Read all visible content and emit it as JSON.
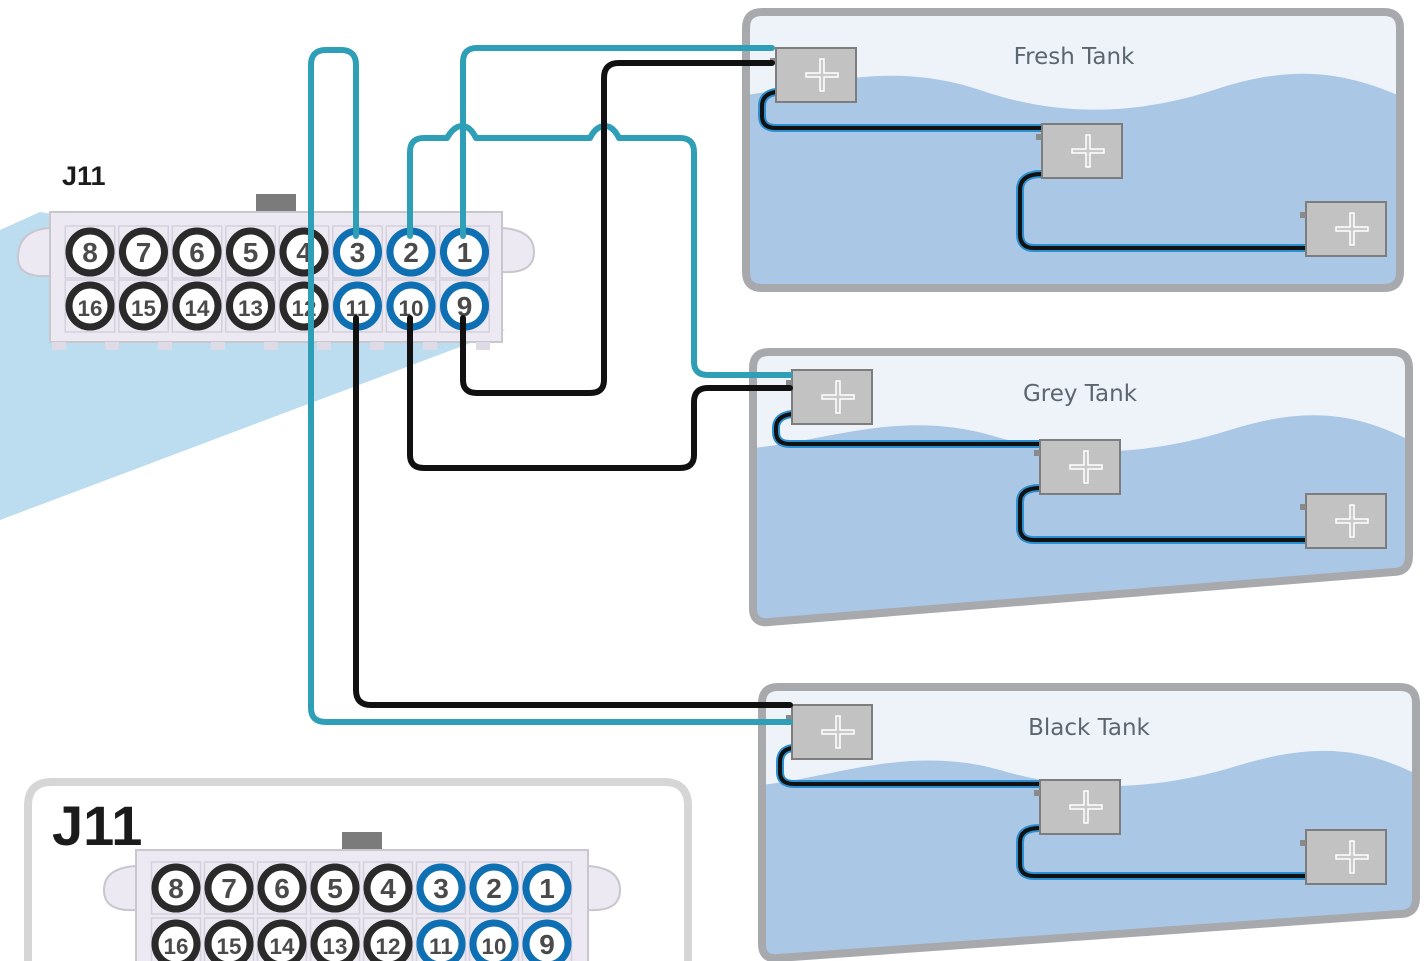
{
  "connector": {
    "label": "J11",
    "top_row": [
      "8",
      "7",
      "6",
      "5",
      "4",
      "3",
      "2",
      "1"
    ],
    "bottom_row": [
      "16",
      "15",
      "14",
      "13",
      "12",
      "11",
      "10",
      "9"
    ],
    "highlighted_pins": [
      "3",
      "2",
      "1",
      "11",
      "10",
      "9"
    ]
  },
  "inset": {
    "label": "J11"
  },
  "tanks": [
    {
      "label": "Fresh Tank"
    },
    {
      "label": "Grey Tank"
    },
    {
      "label": "Black Tank"
    }
  ],
  "colors": {
    "signal_wire": "#2f9fb8",
    "ground_wire": "#111111",
    "highlight_pin": "#0f6fb3",
    "normal_pin": "#2a2a2a",
    "tank_water": "#aac7e6",
    "tank_frame": "#a7a9ac",
    "sensor": "#c2c2c2",
    "beam": "#bcdcf0"
  }
}
